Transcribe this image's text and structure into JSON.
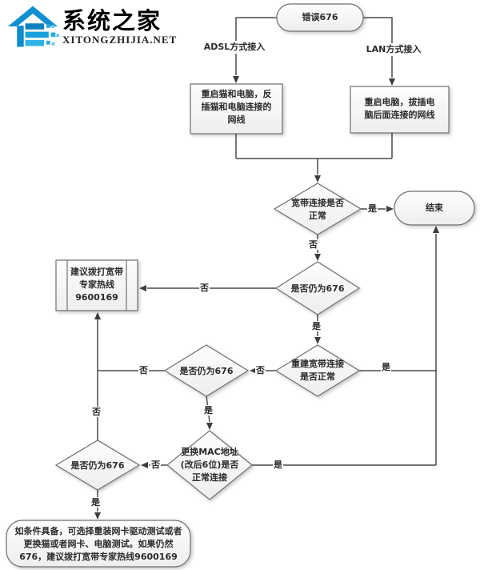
{
  "logo": {
    "site_name": "系统之家",
    "site_domain": "XITONGZHIJIA.NET"
  },
  "labels": {
    "yes": "是",
    "no": "否"
  },
  "nodes": {
    "start": "错误676",
    "adsl_branch": "ADSL方式接入",
    "lan_branch": "LAN方式接入",
    "adsl_action": "重启猫和电脑，反插猫和电脑连接的网线",
    "lan_action": "重启电脑，拔插电脑后面连接的网线",
    "broadband_check": "宽带连接是否正常",
    "end": "结束",
    "still676_a": "是否仍为676",
    "hotline": {
      "line1": "建议拨打宽带",
      "line2": "专家热线",
      "line3": "9600169"
    },
    "rebuild_check": "重建宽带连接是否正常",
    "still676_b": "是否仍为676",
    "mac_check": "更换MAC地址(改后6位)是否正常连接",
    "still676_c": "是否仍为676",
    "final_advice": "如条件具备，可选择重装网卡驱动测试或者更换猫或者网卡、电脑测试。如果仍然676，建议拨打宽带专家热线9600169"
  },
  "colors": {
    "logo_blue": "#1897d6",
    "logo_blue_dark": "#0c7fc0",
    "shape_border": "#707070",
    "shape_fill_top": "#fdfdfd",
    "shape_fill_bottom": "#eeeeee",
    "line": "#4a4a4a",
    "text": "#2b2b2b"
  }
}
